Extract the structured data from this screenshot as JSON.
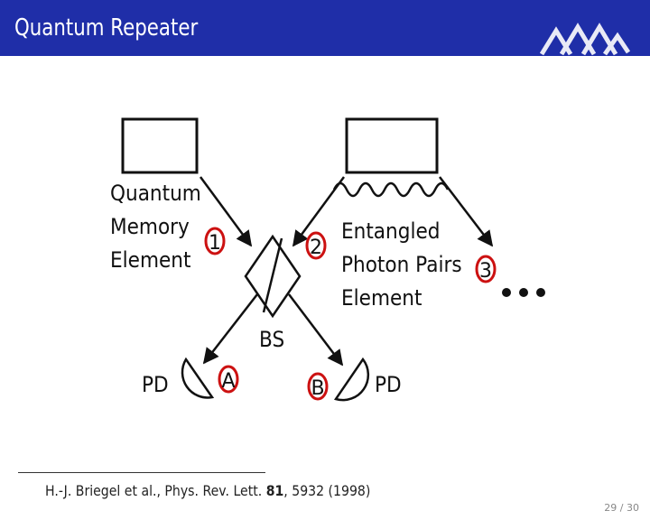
{
  "header": {
    "title": "Quantum Repeater"
  },
  "diagram": {
    "memory_label": [
      "Quantum",
      "Memory",
      "Element"
    ],
    "source_label": [
      "Entangled",
      "Photon Pairs",
      "Element"
    ],
    "markers": {
      "one": "1",
      "two": "2",
      "three": "3",
      "a": "A",
      "b": "B"
    },
    "bs_label": "BS",
    "pd_left": "PD",
    "pd_right": "PD",
    "ellipsis": "•••"
  },
  "reference": {
    "authors": "H.-J. Briegel et al., Phys. Rev. Lett. ",
    "volume": "81",
    "rest": ", 5932 (1998)"
  },
  "footer": {
    "page": "29 / 30"
  },
  "colors": {
    "header_bg": "#1f2ea8",
    "marker_red": "#cc1111"
  }
}
